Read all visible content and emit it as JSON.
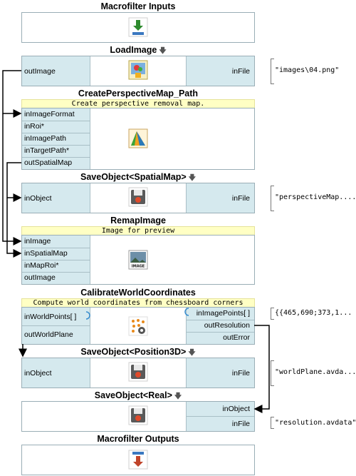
{
  "inputs_block": {
    "title": "Macrofilter Inputs"
  },
  "load_image": {
    "title": "LoadImage",
    "out_ports": [
      "outImage"
    ],
    "in_ports": [
      "inFile"
    ],
    "param": "\"images\\04.png\""
  },
  "create_map": {
    "title": "CreatePerspectiveMap_Path",
    "description": "Create perspective removal map.",
    "ports": [
      "inImageFormat",
      "inRoi*",
      "inImagePath",
      "inTargetPath*",
      "outSpatialMap"
    ]
  },
  "save_spatial": {
    "title": "SaveObject<SpatialMap>",
    "left_ports": [
      "inObject"
    ],
    "right_ports": [
      "inFile"
    ],
    "param": "\"perspectiveMap...."
  },
  "remap": {
    "title": "RemapImage",
    "description": "Image for preview",
    "ports": [
      "inImage",
      "inSpatialMap",
      "inMapRoi*",
      "outImage"
    ]
  },
  "calibrate": {
    "title": "CalibrateWorldCoordinates",
    "description": "Compute world coordinates from chessboard corners",
    "left_ports": [
      "inWorldPoints[ ]",
      "outWorldPlane"
    ],
    "right_ports": [
      "inImagePoints[ ]",
      "outResolution",
      "outError"
    ],
    "param": "{{465,690;373,1..."
  },
  "save_position": {
    "title": "SaveObject<Position3D>",
    "left_ports": [
      "inObject"
    ],
    "right_ports": [
      "inFile"
    ],
    "param": "\"worldPlane.avda..."
  },
  "save_real": {
    "title": "SaveObject<Real>",
    "right_ports": [
      "inObject",
      "inFile"
    ],
    "param": "\"resolution.avdata\""
  },
  "outputs_block": {
    "title": "Macrofilter Outputs"
  },
  "symbols": {
    "expand_arrow": "🡇"
  },
  "icons": [
    "input-icon",
    "load-image-icon",
    "perspective-map-icon",
    "save-icon",
    "remap-image-icon",
    "calibrate-icon",
    "output-icon"
  ]
}
